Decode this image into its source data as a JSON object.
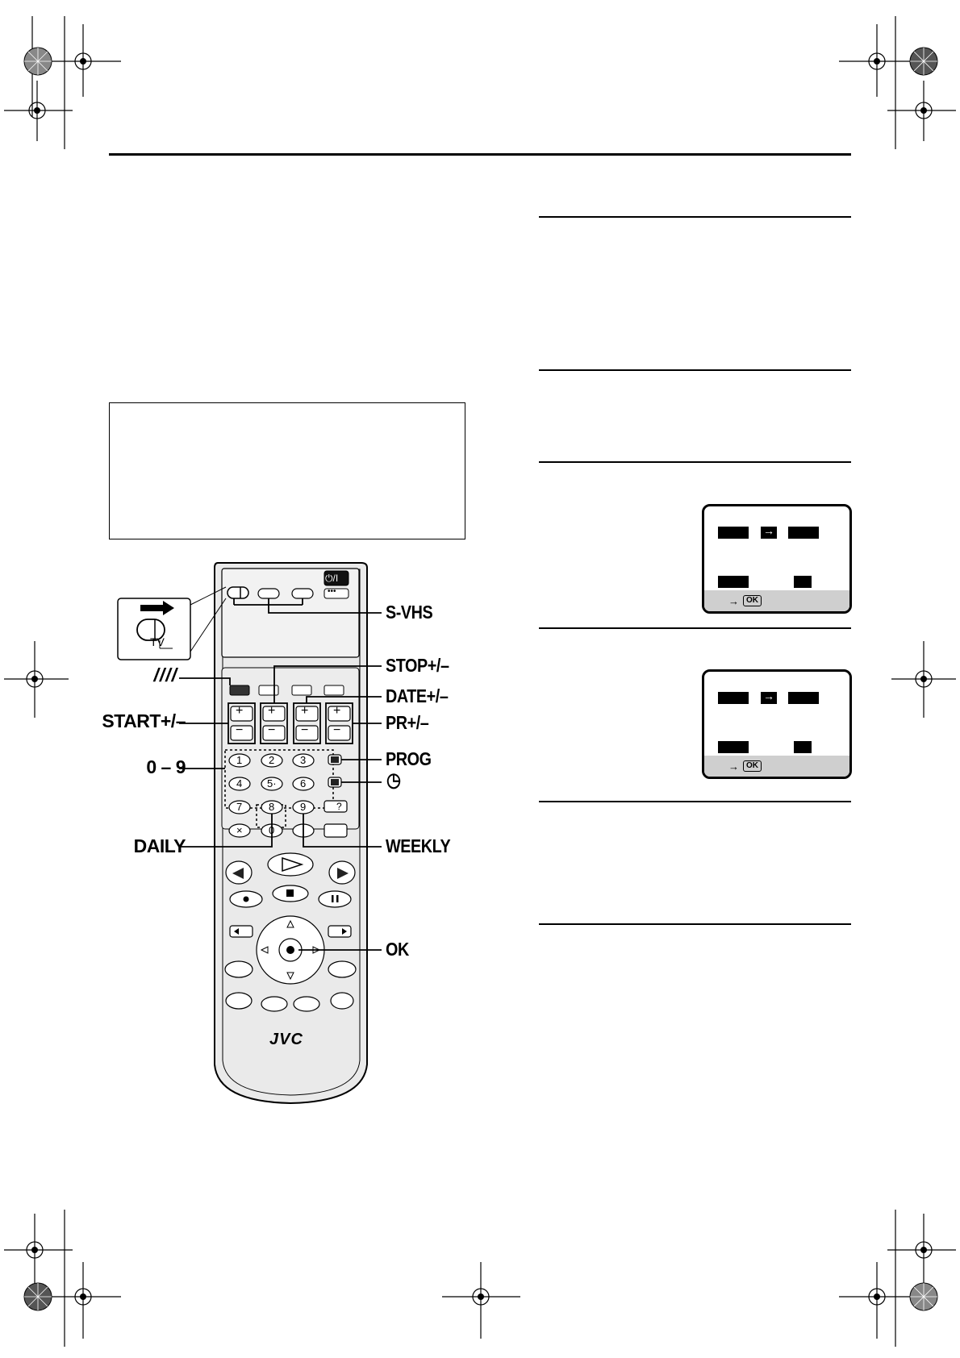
{
  "remote": {
    "brand": "JVC",
    "power_label": "⏻/I",
    "dots_label": "•••",
    "switch_tv_label": "TV",
    "keys": [
      "1",
      "2",
      "3",
      "4",
      "5",
      "6",
      "7",
      "8",
      "9",
      "0"
    ],
    "key_5_mark": "5·",
    "key_x": "×",
    "q_label": "?",
    "plus": "+",
    "minus": "−"
  },
  "callouts": {
    "svhs": "S-VHS",
    "stop": "STOP+/–",
    "date": "DATE+/–",
    "pr": "PR+/–",
    "prog": "PROG",
    "timer_symbol": "◷",
    "weekly": "WEEKLY",
    "ok": "OK",
    "slashes": "////",
    "start": "START+/–",
    "digits": "0 – 9",
    "daily": "DAILY"
  },
  "osd_screens": [
    {
      "arrow": "→",
      "hint_arrow": "→",
      "ok_label": "OK"
    },
    {
      "arrow": "→",
      "hint_arrow": "→",
      "ok_label": "OK"
    }
  ]
}
